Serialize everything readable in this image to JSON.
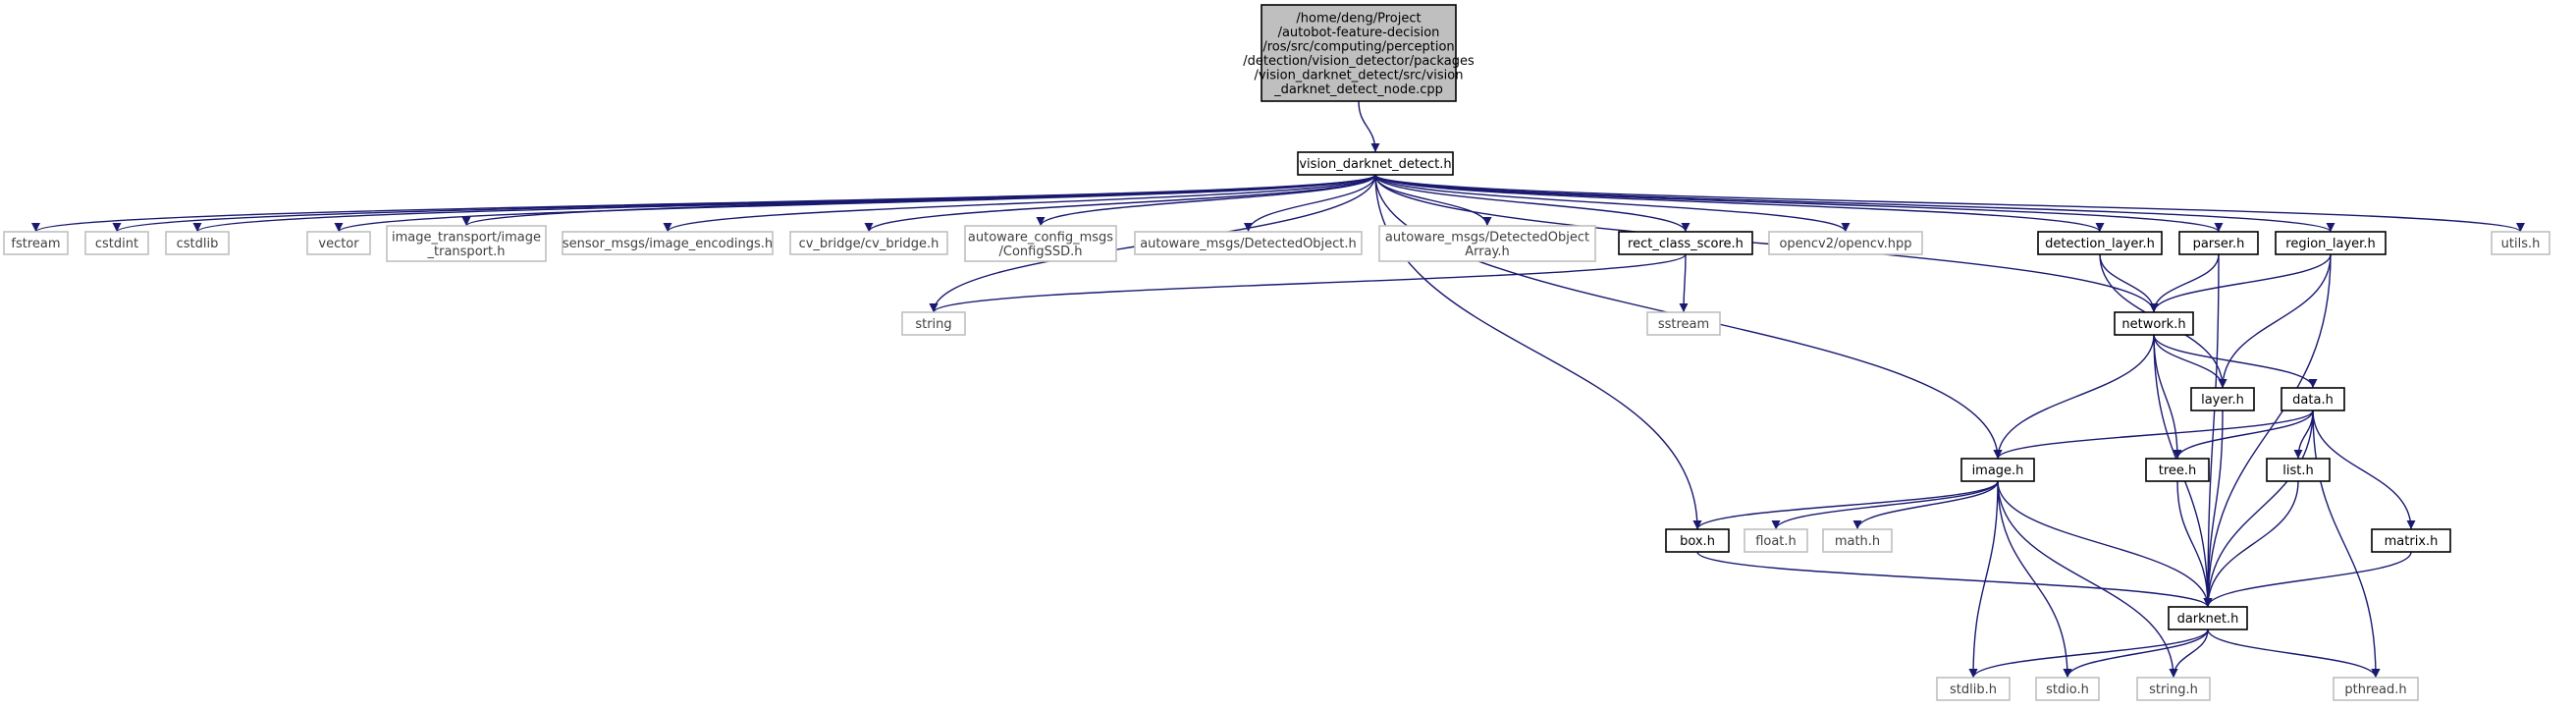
{
  "colors": {
    "edge": "#191970",
    "root_fill": "#bfbfbf",
    "root_border": "#000000",
    "local_border": "#000000",
    "external_border": "#bfbfbf",
    "external_text": "#404040"
  },
  "nodes": {
    "root": {
      "kind": "root",
      "lines": [
        "/home/deng/Project",
        "/autobot-feature-decision",
        "/ros/src/computing/perception",
        "/detection/vision_detector/packages",
        "/vision_darknet_detect/src/vision",
        "_darknet_detect_node.cpp"
      ]
    },
    "vision_darknet_detect_h": {
      "kind": "local",
      "lines": [
        "vision_darknet_detect.h"
      ]
    },
    "fstream": {
      "kind": "external",
      "lines": [
        "fstream"
      ]
    },
    "cstdint": {
      "kind": "external",
      "lines": [
        "cstdint"
      ]
    },
    "cstdlib": {
      "kind": "external",
      "lines": [
        "cstdlib"
      ]
    },
    "vector": {
      "kind": "external",
      "lines": [
        "vector"
      ]
    },
    "image_transport": {
      "kind": "external",
      "lines": [
        "image_transport/image",
        "_transport.h"
      ]
    },
    "image_encodings": {
      "kind": "external",
      "lines": [
        "sensor_msgs/image_encodings.h"
      ]
    },
    "cv_bridge": {
      "kind": "external",
      "lines": [
        "cv_bridge/cv_bridge.h"
      ]
    },
    "config_ssd": {
      "kind": "external",
      "lines": [
        "autoware_config_msgs",
        "/ConfigSSD.h"
      ]
    },
    "detected_object": {
      "kind": "external",
      "lines": [
        "autoware_msgs/DetectedObject.h"
      ]
    },
    "detected_object_array": {
      "kind": "external",
      "lines": [
        "autoware_msgs/DetectedObject",
        "Array.h"
      ]
    },
    "rect_class_score": {
      "kind": "local",
      "lines": [
        "rect_class_score.h"
      ]
    },
    "opencv": {
      "kind": "external",
      "lines": [
        "opencv2/opencv.hpp"
      ]
    },
    "detection_layer": {
      "kind": "local",
      "lines": [
        "detection_layer.h"
      ]
    },
    "parser": {
      "kind": "local",
      "lines": [
        "parser.h"
      ]
    },
    "region_layer": {
      "kind": "local",
      "lines": [
        "region_layer.h"
      ]
    },
    "utils": {
      "kind": "external",
      "lines": [
        "utils.h"
      ]
    },
    "string": {
      "kind": "external",
      "lines": [
        "string"
      ]
    },
    "sstream": {
      "kind": "external",
      "lines": [
        "sstream"
      ]
    },
    "network": {
      "kind": "local",
      "lines": [
        "network.h"
      ]
    },
    "layer": {
      "kind": "local",
      "lines": [
        "layer.h"
      ]
    },
    "data": {
      "kind": "local",
      "lines": [
        "data.h"
      ]
    },
    "image": {
      "kind": "local",
      "lines": [
        "image.h"
      ]
    },
    "tree": {
      "kind": "local",
      "lines": [
        "tree.h"
      ]
    },
    "list": {
      "kind": "local",
      "lines": [
        "list.h"
      ]
    },
    "matrix": {
      "kind": "local",
      "lines": [
        "matrix.h"
      ]
    },
    "box": {
      "kind": "local",
      "lines": [
        "box.h"
      ]
    },
    "float_h": {
      "kind": "external",
      "lines": [
        "float.h"
      ]
    },
    "math_h": {
      "kind": "external",
      "lines": [
        "math.h"
      ]
    },
    "darknet": {
      "kind": "local",
      "lines": [
        "darknet.h"
      ]
    },
    "stdlib_h": {
      "kind": "external",
      "lines": [
        "stdlib.h"
      ]
    },
    "stdio_h": {
      "kind": "external",
      "lines": [
        "stdio.h"
      ]
    },
    "string_h": {
      "kind": "external",
      "lines": [
        "string.h"
      ]
    },
    "pthread_h": {
      "kind": "external",
      "lines": [
        "pthread.h"
      ]
    }
  },
  "edges": [
    [
      "root",
      "vision_darknet_detect_h"
    ],
    [
      "vision_darknet_detect_h",
      "fstream"
    ],
    [
      "vision_darknet_detect_h",
      "cstdint"
    ],
    [
      "vision_darknet_detect_h",
      "cstdlib"
    ],
    [
      "vision_darknet_detect_h",
      "vector"
    ],
    [
      "vision_darknet_detect_h",
      "image_transport"
    ],
    [
      "vision_darknet_detect_h",
      "image_encodings"
    ],
    [
      "vision_darknet_detect_h",
      "cv_bridge"
    ],
    [
      "vision_darknet_detect_h",
      "config_ssd"
    ],
    [
      "vision_darknet_detect_h",
      "detected_object"
    ],
    [
      "vision_darknet_detect_h",
      "detected_object_array"
    ],
    [
      "vision_darknet_detect_h",
      "rect_class_score"
    ],
    [
      "vision_darknet_detect_h",
      "opencv"
    ],
    [
      "vision_darknet_detect_h",
      "detection_layer"
    ],
    [
      "vision_darknet_detect_h",
      "parser"
    ],
    [
      "vision_darknet_detect_h",
      "region_layer"
    ],
    [
      "vision_darknet_detect_h",
      "utils"
    ],
    [
      "vision_darknet_detect_h",
      "string"
    ],
    [
      "vision_darknet_detect_h",
      "network"
    ],
    [
      "vision_darknet_detect_h",
      "image"
    ],
    [
      "vision_darknet_detect_h",
      "box"
    ],
    [
      "rect_class_score",
      "string"
    ],
    [
      "rect_class_score",
      "sstream"
    ],
    [
      "detection_layer",
      "network"
    ],
    [
      "detection_layer",
      "layer"
    ],
    [
      "parser",
      "network"
    ],
    [
      "parser",
      "darknet"
    ],
    [
      "region_layer",
      "network"
    ],
    [
      "region_layer",
      "layer"
    ],
    [
      "region_layer",
      "darknet"
    ],
    [
      "network",
      "layer"
    ],
    [
      "network",
      "data"
    ],
    [
      "network",
      "image"
    ],
    [
      "network",
      "tree"
    ],
    [
      "network",
      "darknet"
    ],
    [
      "layer",
      "darknet"
    ],
    [
      "data",
      "image"
    ],
    [
      "data",
      "tree"
    ],
    [
      "data",
      "list"
    ],
    [
      "data",
      "matrix"
    ],
    [
      "data",
      "darknet"
    ],
    [
      "data",
      "pthread_h"
    ],
    [
      "image",
      "box"
    ],
    [
      "image",
      "float_h"
    ],
    [
      "image",
      "math_h"
    ],
    [
      "image",
      "darknet"
    ],
    [
      "image",
      "stdlib_h"
    ],
    [
      "image",
      "stdio_h"
    ],
    [
      "image",
      "string_h"
    ],
    [
      "tree",
      "darknet"
    ],
    [
      "list",
      "darknet"
    ],
    [
      "matrix",
      "darknet"
    ],
    [
      "box",
      "darknet"
    ],
    [
      "darknet",
      "stdlib_h"
    ],
    [
      "darknet",
      "stdio_h"
    ],
    [
      "darknet",
      "string_h"
    ],
    [
      "darknet",
      "pthread_h"
    ]
  ]
}
